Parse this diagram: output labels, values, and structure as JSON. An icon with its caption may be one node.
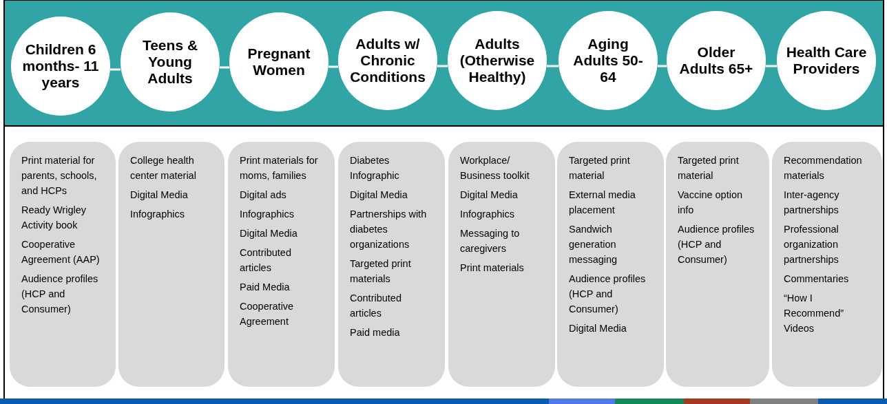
{
  "diagram": {
    "nodes": [
      {
        "text": [
          "Children 6 months- 11 years"
        ]
      },
      {
        "text": [
          "Teens & Young Adults"
        ]
      },
      {
        "text": [
          "Pregnant Women"
        ]
      },
      {
        "text": [
          "Adults w/ Chronic Conditions"
        ]
      },
      {
        "text": [
          "Adults (Otherwise Healthy)"
        ]
      },
      {
        "text": [
          "Aging Adults 50-64"
        ]
      },
      {
        "text": [
          "Older Adults 65+"
        ]
      },
      {
        "text": [
          "Health Care Providers"
        ]
      },
      {
        "text": [
          "Print material for parents, schools, and HCPs",
          "Ready Wrigley Activity book",
          "Cooperative Agreement (AAP)",
          "Audience profiles (HCP and Consumer)"
        ]
      },
      {
        "text": [
          "College health center material",
          "Digital Media",
          "Infographics"
        ]
      },
      {
        "text": [
          "Print materials for moms, families",
          "Digital ads",
          "Infographics",
          "Digital Media",
          "Contributed articles",
          "Paid Media",
          "Cooperative Agreement"
        ]
      },
      {
        "text": [
          "Diabetes Infographic",
          "Digital Media",
          "Partnerships with diabetes organizations",
          "Targeted print materials",
          "Contributed articles",
          "Paid media"
        ]
      },
      {
        "text": [
          "Workplace/ Business toolkit",
          "Digital Media",
          "Infographics",
          "Messaging to caregivers",
          "Print materials"
        ]
      },
      {
        "text": [
          "Targeted print material",
          "External media placement",
          "Sandwich generation messaging",
          "Audience profiles (HCP and Consumer)",
          "Digital Media"
        ]
      },
      {
        "text": [
          "Targeted print material",
          "Vaccine option info",
          "Audience profiles (HCP and Consumer)"
        ]
      },
      {
        "text": [
          "Recommendation materials",
          "Inter-agency partnerships",
          "Professional organization partnerships",
          "Commentaries",
          "“How I Recommend” Videos"
        ]
      }
    ],
    "edges": [
      {
        "from": 0,
        "to": 1,
        "arrow": "none"
      },
      {
        "from": 1,
        "to": 2,
        "arrow": "none"
      },
      {
        "from": 2,
        "to": 3,
        "arrow": "none"
      },
      {
        "from": 3,
        "to": 4,
        "arrow": "none"
      },
      {
        "from": 4,
        "to": 5,
        "arrow": "none"
      },
      {
        "from": 5,
        "to": 6,
        "arrow": "none"
      },
      {
        "from": 6,
        "to": 7,
        "arrow": "none"
      }
    ]
  }
}
